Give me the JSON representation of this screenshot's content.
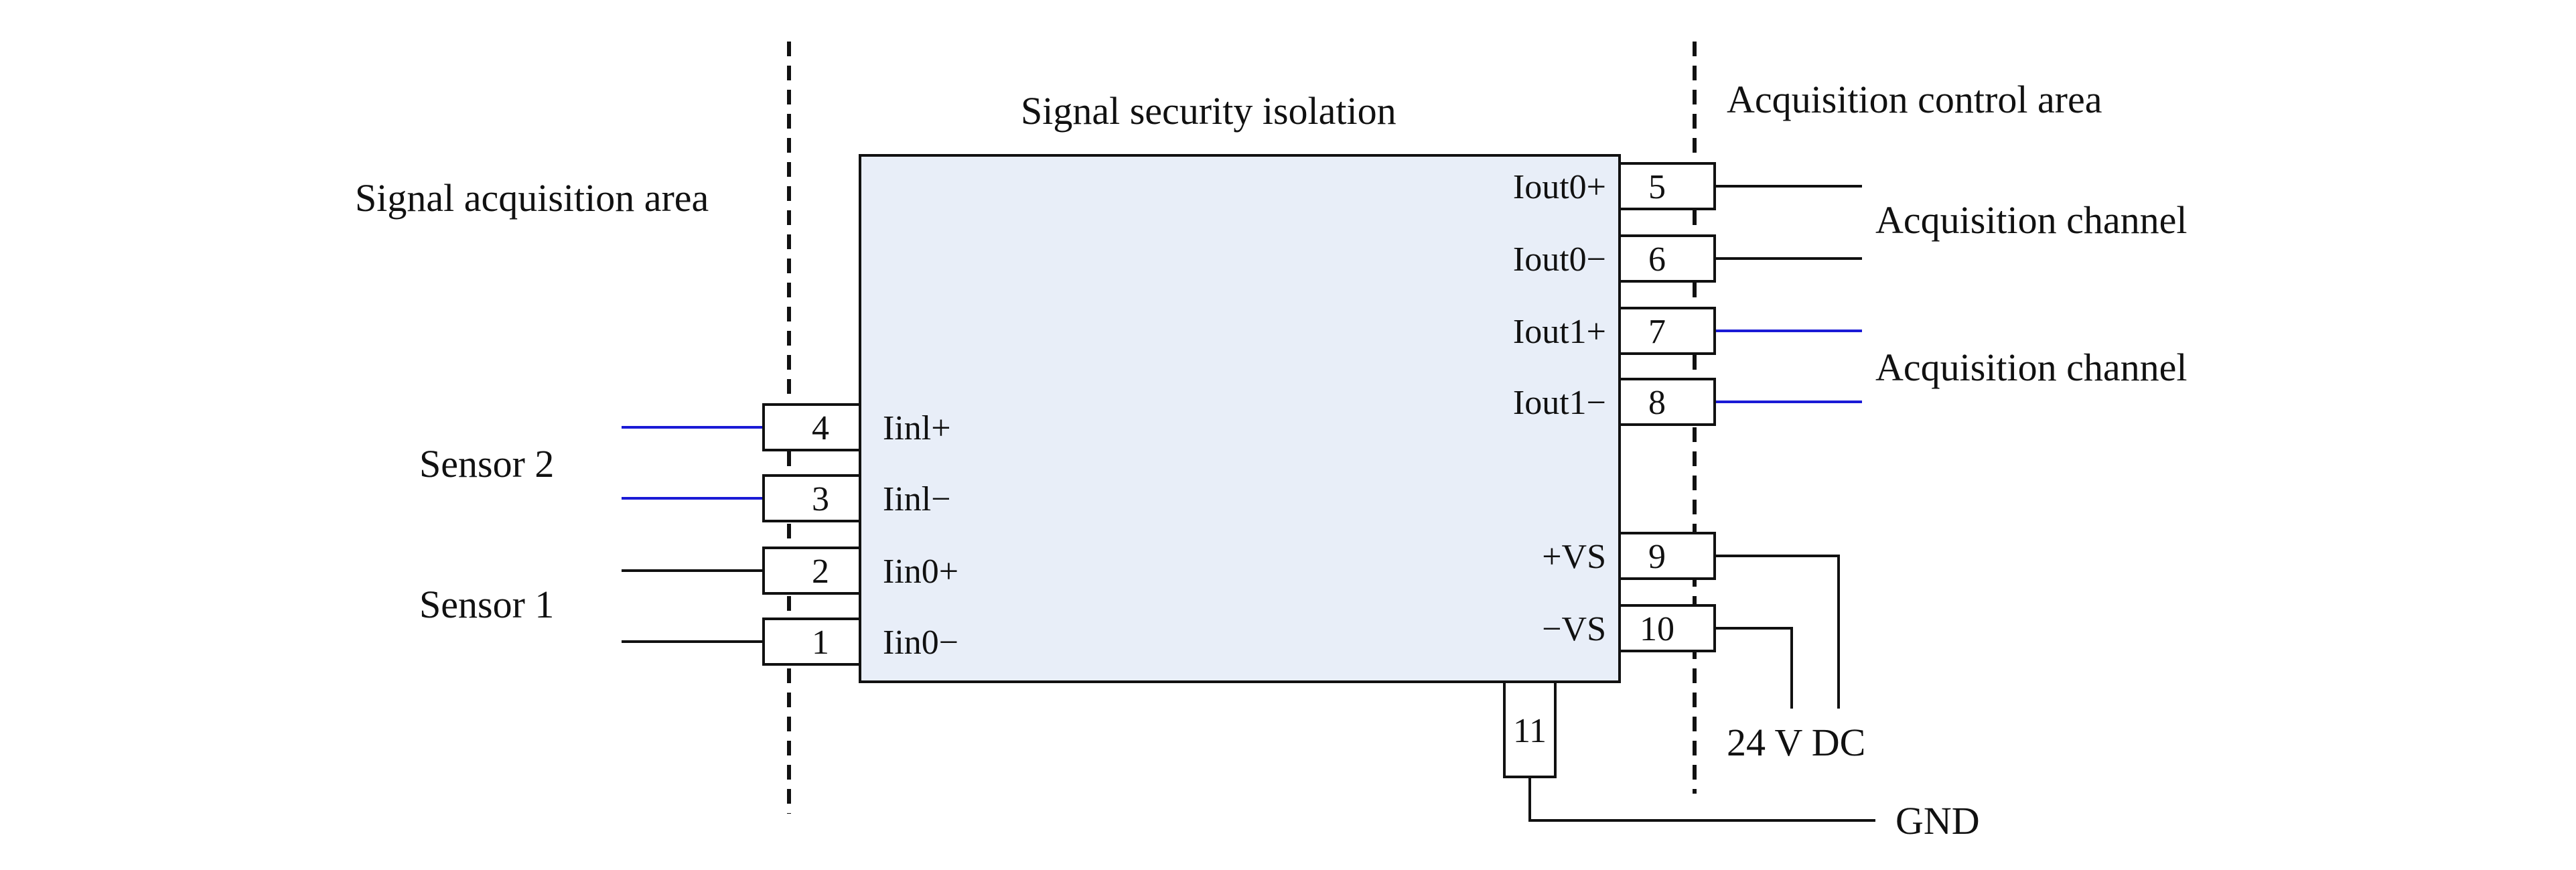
{
  "colors": {
    "module_fill": "#e8eef8",
    "black_wire": "#111111",
    "blue_wire": "#1a1ad6"
  },
  "areas": {
    "signal_acquisition": "Signal acquisition area",
    "signal_security": "Signal security isolation",
    "acquisition_control": "Acquisition control area"
  },
  "sensors": {
    "sensor2": "Sensor 2",
    "sensor1": "Sensor 1"
  },
  "channels": {
    "ch0": "Acquisition channel",
    "ch1": "Acquisition channel"
  },
  "power": {
    "supply": "24 V DC",
    "ground": "GND"
  },
  "left_pins": [
    {
      "num": "4",
      "label": "Iinl+"
    },
    {
      "num": "3",
      "label": "Iinl−"
    },
    {
      "num": "2",
      "label": "Iin0+"
    },
    {
      "num": "1",
      "label": "Iin0−"
    }
  ],
  "right_pins": [
    {
      "num": "5",
      "label": "Iout0+"
    },
    {
      "num": "6",
      "label": "Iout0−"
    },
    {
      "num": "7",
      "label": "Iout1+"
    },
    {
      "num": "8",
      "label": "Iout1−"
    },
    {
      "num": "9",
      "label": "+VS"
    },
    {
      "num": "10",
      "label": "−VS"
    }
  ],
  "bottom_pin": {
    "num": "11"
  }
}
